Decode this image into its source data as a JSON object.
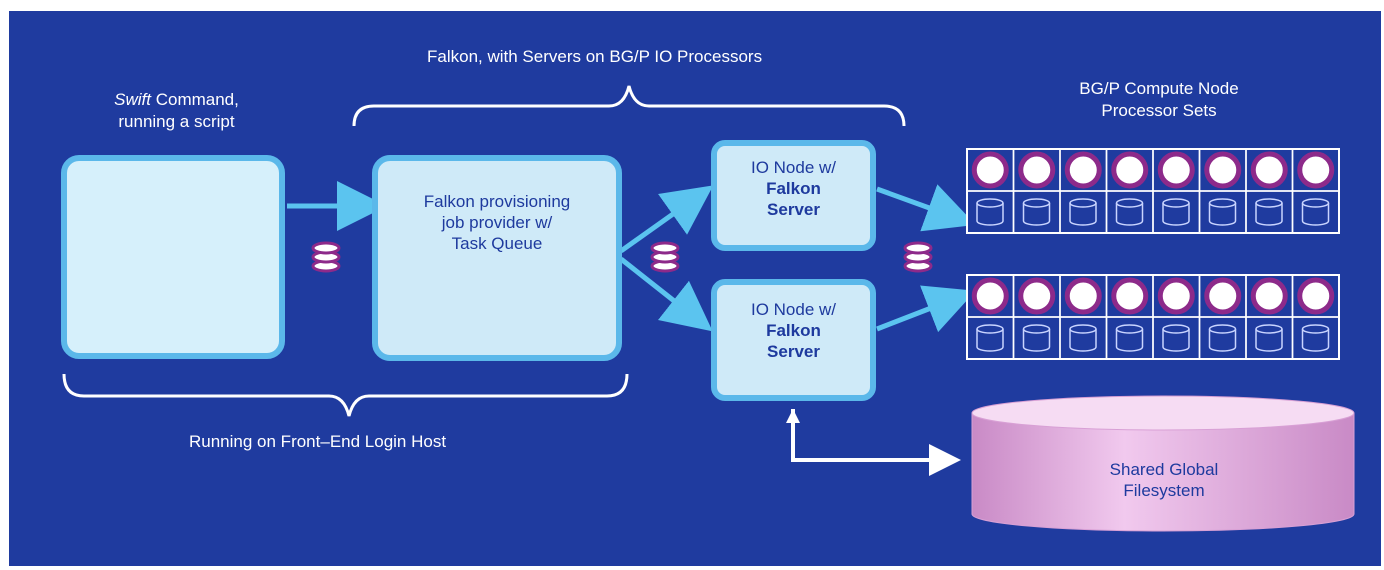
{
  "labels": {
    "top_brace": "Falkon, with Servers on BG/P IO Processors",
    "swift_italic": "Swift",
    "swift_rest": " Command,",
    "swift_line2": "running a script",
    "bgp_line1": "BG/P Compute Node",
    "bgp_line2": "Processor Sets",
    "bottom_brace": "Running on Front–End Login Host"
  },
  "falkon_box": {
    "line1": "Falkon provisioning",
    "line2": "job provider w/",
    "line3": "Task Queue"
  },
  "io_nodes": [
    {
      "line1": "IO Node w/",
      "line2": "Falkon",
      "line3": "Server"
    },
    {
      "line1": "IO Node w/",
      "line2": "Falkon",
      "line3": "Server"
    }
  ],
  "filesystem": {
    "line1": "Shared Global",
    "line2": "Filesystem"
  },
  "colors": {
    "background": "#1f3b9f",
    "box_fill": "#cfeaf8",
    "box_border": "#5bb8ea",
    "arrow": "#5bc4ef",
    "processor": "#8d2a8a",
    "filesystem": "#e7b6e4"
  }
}
